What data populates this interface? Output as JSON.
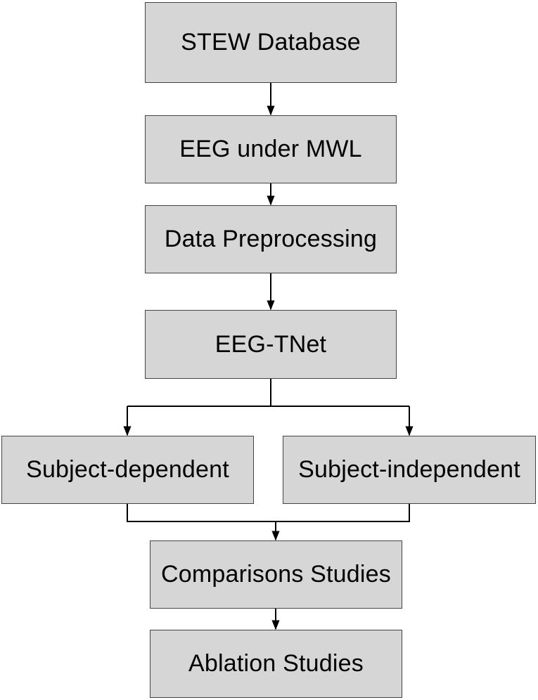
{
  "diagram": {
    "type": "flowchart",
    "colors": {
      "box_fill": "#d6d6d6",
      "box_border": "#444444",
      "line": "#000000",
      "background": "#ffffff"
    },
    "nodes": {
      "stew_database": "STEW Database",
      "eeg_under_mwl": "EEG under MWL",
      "data_preprocessing": "Data Preprocessing",
      "eeg_tnet": "EEG-TNet",
      "subject_dependent": "Subject-dependent",
      "subject_independent": "Subject-independent",
      "comparisons_studies": "Comparisons Studies",
      "ablation_studies": "Ablation Studies"
    },
    "edges": [
      [
        "stew_database",
        "eeg_under_mwl"
      ],
      [
        "eeg_under_mwl",
        "data_preprocessing"
      ],
      [
        "data_preprocessing",
        "eeg_tnet"
      ],
      [
        "eeg_tnet",
        "subject_dependent"
      ],
      [
        "eeg_tnet",
        "subject_independent"
      ],
      [
        "subject_dependent",
        "comparisons_studies"
      ],
      [
        "subject_independent",
        "comparisons_studies"
      ],
      [
        "comparisons_studies",
        "ablation_studies"
      ]
    ]
  }
}
